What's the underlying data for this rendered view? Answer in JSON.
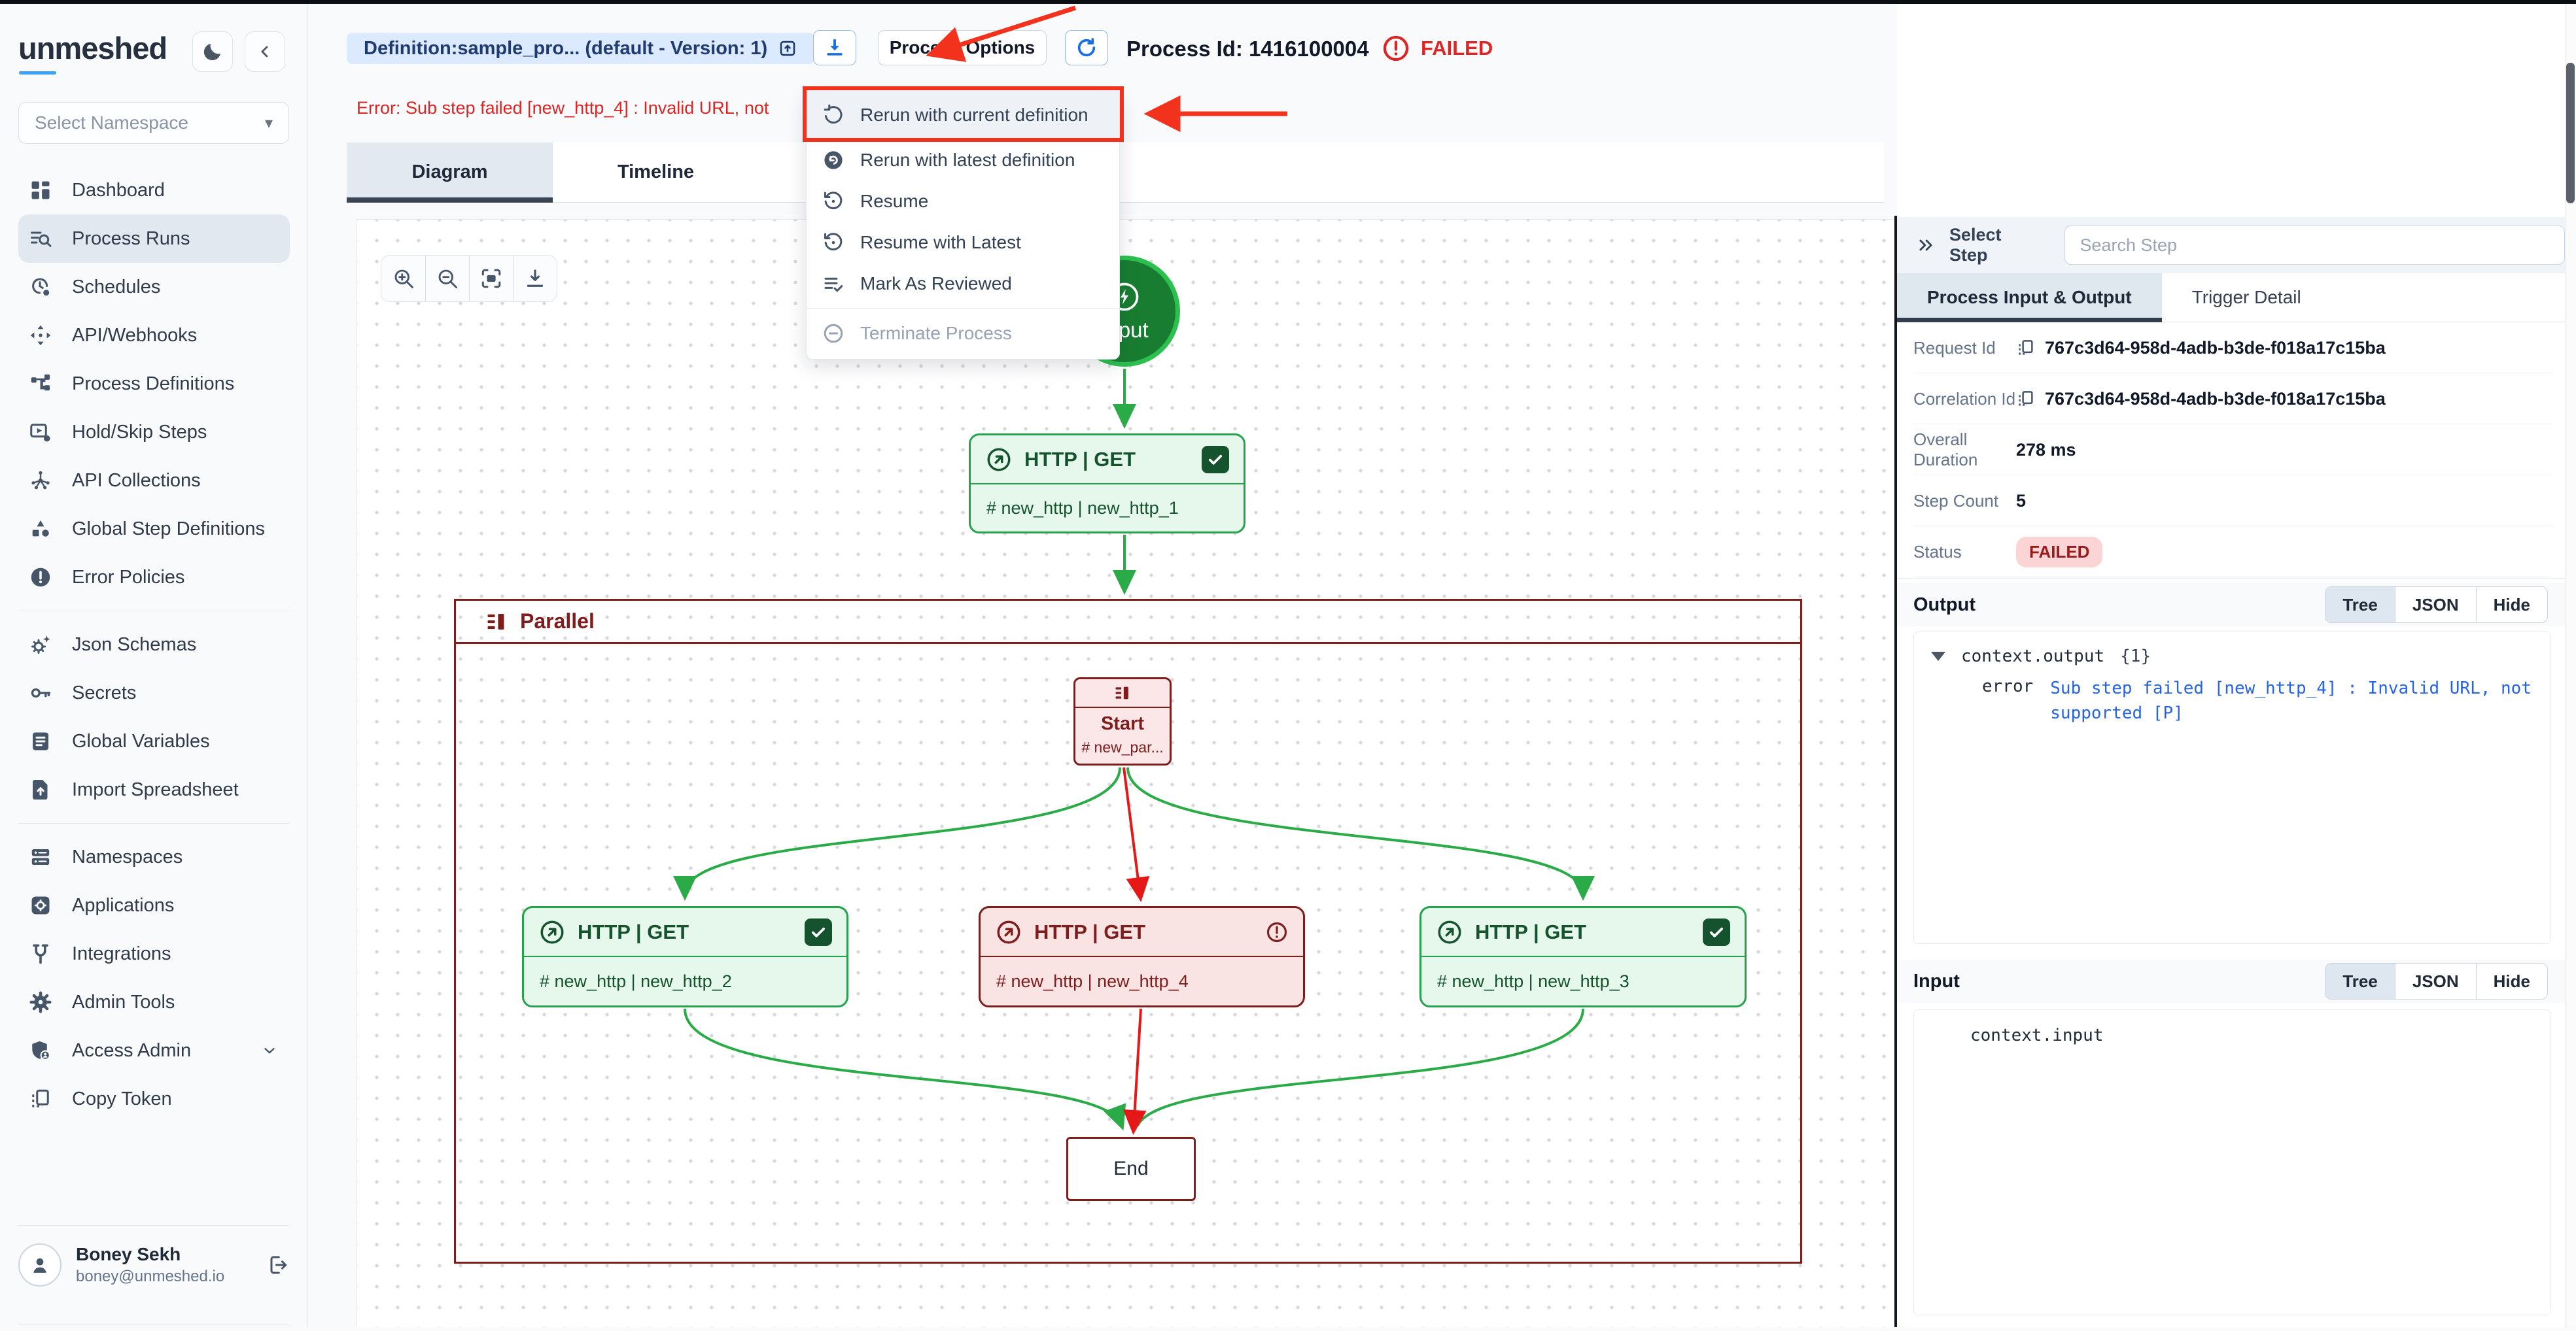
{
  "app": {
    "logo_text": "unmeshed"
  },
  "colors": {
    "accent_blue": "#1a6fe0",
    "success_green": "#27a24c",
    "error_red": "#dc2626",
    "dark_red": "#7f1d1d"
  },
  "sidebar": {
    "namespace_placeholder": "Select Namespace",
    "sections": [
      {
        "items": [
          {
            "label": "Dashboard",
            "icon": "dashboard-icon"
          },
          {
            "label": "Process Runs",
            "icon": "process-runs-icon",
            "active": true
          },
          {
            "label": "Schedules",
            "icon": "schedules-icon"
          },
          {
            "label": "API/Webhooks",
            "icon": "api-webhooks-icon"
          },
          {
            "label": "Process Definitions",
            "icon": "process-definitions-icon"
          },
          {
            "label": "Hold/Skip Steps",
            "icon": "hold-skip-steps-icon"
          },
          {
            "label": "API Collections",
            "icon": "api-collections-icon"
          },
          {
            "label": "Global Step Definitions",
            "icon": "global-step-definitions-icon"
          },
          {
            "label": "Error Policies",
            "icon": "error-policies-icon"
          }
        ]
      },
      {
        "items": [
          {
            "label": "Json Schemas",
            "icon": "json-schemas-icon"
          },
          {
            "label": "Secrets",
            "icon": "secrets-icon"
          },
          {
            "label": "Global Variables",
            "icon": "global-variables-icon"
          },
          {
            "label": "Import Spreadsheet",
            "icon": "import-spreadsheet-icon"
          }
        ]
      },
      {
        "items": [
          {
            "label": "Namespaces",
            "icon": "namespaces-icon"
          },
          {
            "label": "Applications",
            "icon": "applications-icon"
          },
          {
            "label": "Integrations",
            "icon": "integrations-icon"
          },
          {
            "label": "Admin Tools",
            "icon": "admin-tools-icon"
          },
          {
            "label": "Access Admin",
            "icon": "access-admin-icon",
            "expandable": true
          },
          {
            "label": "Copy Token",
            "icon": "copy-token-icon"
          }
        ]
      }
    ],
    "user": {
      "name": "Boney Sekh",
      "email": "boney@unmeshed.io"
    }
  },
  "header": {
    "definition_button": "Definition:sample_pro... (default - Version: 1)",
    "process_options_label": "Process Options",
    "process_id_label": "Process Id: 1416100004",
    "status": "FAILED",
    "error_text": "Error: Sub step failed [new_http_4] : Invalid URL, not"
  },
  "tabs": {
    "diagram": "Diagram",
    "timeline": "Timeline"
  },
  "process_options_menu": {
    "items": [
      {
        "label": "Rerun with current definition",
        "icon": "rerun-current-icon",
        "highlighted": true
      },
      {
        "label": "Rerun with latest definition",
        "icon": "rerun-latest-icon"
      },
      {
        "label": "Resume",
        "icon": "resume-icon"
      },
      {
        "label": "Resume with Latest",
        "icon": "resume-latest-icon"
      },
      {
        "label": "Mark As Reviewed",
        "icon": "mark-reviewed-icon"
      },
      {
        "label": "Terminate Process",
        "icon": "terminate-icon",
        "disabled": true
      }
    ]
  },
  "diagram": {
    "toolbar": [
      "zoom-in",
      "zoom-out",
      "fit-view",
      "download"
    ],
    "nodes": {
      "input": {
        "label": "Input"
      },
      "http1": {
        "title": "HTTP | GET",
        "subtitle": "# new_http | new_http_1",
        "status": "success"
      },
      "parallel": {
        "label": "Parallel"
      },
      "start": {
        "label": "Start",
        "subtitle": "# new_par..."
      },
      "http2": {
        "title": "HTTP | GET",
        "subtitle": "# new_http | new_http_2",
        "status": "success"
      },
      "http4": {
        "title": "HTTP | GET",
        "subtitle": "# new_http | new_http_4",
        "status": "failed"
      },
      "http3": {
        "title": "HTTP | GET",
        "subtitle": "# new_http | new_http_3",
        "status": "success"
      },
      "end": {
        "label": "End"
      }
    }
  },
  "right_panel": {
    "select_step_label": "Select Step",
    "search_placeholder": "Search Step",
    "tabs": {
      "io": "Process Input & Output",
      "trigger": "Trigger Detail"
    },
    "details": [
      {
        "label": "Request Id",
        "value": "767c3d64-958d-4adb-b3de-f018a17c15ba",
        "copy": true
      },
      {
        "label": "Correlation Id",
        "value": "767c3d64-958d-4adb-b3de-f018a17c15ba",
        "copy": true
      },
      {
        "label": "Overall Duration",
        "value": "278 ms"
      },
      {
        "label": "Step Count",
        "value": "5"
      },
      {
        "label": "Status",
        "value": "FAILED",
        "badge": true
      }
    ],
    "output": {
      "title": "Output",
      "view_options": [
        "Tree",
        "JSON",
        "Hide"
      ],
      "active_view": "Tree",
      "tree_root": "context.output",
      "tree_count": "{1}",
      "error_key": "error",
      "error_value": "Sub step failed [new_http_4] : Invalid URL, not supported [P]"
    },
    "input": {
      "title": "Input",
      "view_options": [
        "Tree",
        "JSON",
        "Hide"
      ],
      "active_view": "Tree",
      "tree_root": "context.input"
    }
  }
}
